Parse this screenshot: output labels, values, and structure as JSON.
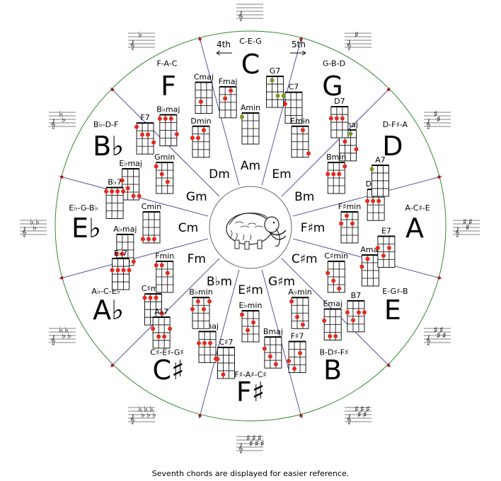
{
  "directions": {
    "left": "4th",
    "right": "5th"
  },
  "keys": [
    {
      "major": "C",
      "notes": "C-E-G",
      "minor": "Am",
      "accidentals": 0,
      "chords": [
        {
          "name": "Cmaj",
          "dots": [
            [
              1,
              2,
              2
            ]
          ]
        },
        {
          "name": "C7",
          "dots": [
            [
              0,
              1,
              3
            ]
          ]
        },
        {
          "name": "Amin",
          "dots": [
            [
              0,
              0,
              1
            ]
          ]
        }
      ]
    },
    {
      "major": "G",
      "notes": "G-B-D",
      "minor": "Em",
      "accidentals": 1,
      "chords": [
        {
          "name": "G7",
          "dots": [
            [
              1,
              0,
              1
            ],
            [
              2,
              2,
              1
            ],
            [
              3,
              2,
              1
            ]
          ]
        },
        {
          "name": "Gmaj",
          "dots": [
            [
              1,
              1,
              2
            ],
            [
              2,
              0,
              1
            ],
            [
              3,
              2,
              3
            ]
          ]
        },
        {
          "name": "Emin",
          "dots": [
            [
              2,
              0,
              2
            ],
            [
              3,
              3,
              3
            ]
          ]
        }
      ]
    },
    {
      "major": "D",
      "notes": "D-F♯-A",
      "minor": "Bm",
      "accidentals": 2,
      "chords": [
        {
          "name": "D7",
          "dots": [
            [
              0,
              1,
              3
            ],
            [
              1,
              1,
              3
            ],
            [
              2,
              1,
              3
            ]
          ]
        },
        {
          "name": "Dmaj",
          "dots": [
            [
              0,
              1,
              3
            ],
            [
              1,
              1,
              3
            ],
            [
              2,
              1,
              3
            ]
          ]
        },
        {
          "name": "Bmin",
          "dots": [
            [
              0,
              1,
              3
            ],
            [
              1,
              1,
              3
            ],
            [
              2,
              1,
              3
            ],
            [
              3,
              0,
              3
            ]
          ]
        }
      ]
    },
    {
      "major": "A",
      "notes": "A-C♯-E",
      "minor": "F♯m",
      "accidentals": 3,
      "chords": [
        {
          "name": "A7",
          "dots": [
            [
              0,
              0,
              1
            ]
          ]
        },
        {
          "name": "Amaj",
          "dots": [
            [
              0,
              1,
              2
            ],
            [
              1,
              0,
              2
            ]
          ]
        },
        {
          "name": "F♯min",
          "dots": [
            [
              0,
              1,
              2
            ],
            [
              1,
              0,
              2
            ],
            [
              2,
              1,
              3
            ]
          ]
        }
      ]
    },
    {
      "major": "E",
      "notes": "E-G♯-B",
      "minor": "C♯m",
      "accidentals": 4,
      "chords": [
        {
          "name": "E7",
          "dots": [
            [
              0,
              1,
              2
            ],
            [
              1,
              2,
              2
            ],
            [
              2,
              1,
              2
            ]
          ]
        },
        {
          "name": "Emaj",
          "dots": [
            [
              0,
              1,
              3
            ],
            [
              1,
              3,
              3
            ],
            [
              2,
              3,
              3
            ]
          ]
        },
        {
          "name": "C♯min",
          "dots": [
            [
              0,
              1,
              3
            ],
            [
              1,
              2,
              3
            ],
            [
              2,
              3,
              3
            ]
          ]
        }
      ]
    },
    {
      "major": "B",
      "notes": "B-D♯-F♯",
      "minor": "G♯m",
      "accidentals": 5,
      "chords": [
        {
          "name": "B7",
          "dots": [
            [
              0,
              1,
              3
            ],
            [
              1,
              2,
              3
            ],
            [
              2,
              1,
              3
            ],
            [
              3,
              1,
              3
            ]
          ]
        },
        {
          "name": "Bmaj",
          "dots": [
            [
              0,
              1,
              3
            ],
            [
              1,
              2,
              3
            ],
            [
              2,
              3,
              3
            ]
          ]
        },
        {
          "name": "A♭min",
          "dots": [
            [
              0,
              0,
              3
            ],
            [
              1,
              2,
              3
            ],
            [
              2,
              3,
              3
            ]
          ]
        }
      ]
    },
    {
      "major": "F♯",
      "notes": "F♯-A♯-C♯",
      "minor": "E♯m",
      "accidentals": 6,
      "chords": [
        {
          "name": "F♯7",
          "dots": [
            [
              0,
              2,
              3
            ],
            [
              1,
              3,
              3
            ],
            [
              2,
              1,
              3
            ]
          ]
        },
        {
          "name": "F♯maj",
          "dots": [
            [
              0,
              1,
              3
            ],
            [
              1,
              1,
              3
            ],
            [
              2,
              1,
              3
            ],
            [
              3,
              3,
              3
            ]
          ]
        },
        {
          "name": "E♭min",
          "dots": [
            [
              0,
              0,
              3
            ],
            [
              1,
              2,
              3
            ],
            [
              2,
              1,
              3
            ]
          ]
        }
      ]
    },
    {
      "major": "C♯",
      "notes": "C♯-E♯-G♯",
      "minor": "B♭m",
      "accidentals": -6,
      "chords": [
        {
          "name": "C♯7",
          "dots": [
            [
              0,
              1,
              3
            ],
            [
              1,
              3,
              3
            ]
          ]
        },
        {
          "name": "C♯maj",
          "dots": [
            [
              0,
              0,
              3
            ],
            [
              1,
              0,
              3
            ],
            [
              2,
              0,
              3
            ],
            [
              3,
              2,
              3
            ]
          ]
        },
        {
          "name": "B♭min",
          "dots": [
            [
              0,
              1,
              3
            ],
            [
              1,
              0,
              3
            ],
            [
              2,
              1,
              3
            ],
            [
              3,
              0,
              3
            ]
          ]
        }
      ]
    },
    {
      "major": "A♭",
      "notes": "A♭-C-E♭",
      "minor": "Fm",
      "accidentals": -4,
      "chords": [
        {
          "name": "A♭7",
          "dots": [
            [
              0,
              1,
              3
            ],
            [
              1,
              2,
              3
            ],
            [
              2,
              2,
              3
            ],
            [
              3,
              1,
              3
            ]
          ]
        },
        {
          "name": "A♭maj",
          "dots": [
            [
              0,
              2,
              3
            ],
            [
              1,
              2,
              3
            ],
            [
              2,
              3,
              3
            ],
            [
              3,
              3,
              3
            ]
          ]
        },
        {
          "name": "Fmin",
          "dots": [
            [
              0,
              0,
              3
            ],
            [
              1,
              0,
              3
            ],
            [
              2,
              1,
              3
            ]
          ]
        }
      ]
    },
    {
      "major": "E♭",
      "notes": "E♭-G-B♭",
      "minor": "Cm",
      "accidentals": -3,
      "chords": [
        {
          "name": "E♭7",
          "dots": [
            [
              0,
              1,
              3
            ],
            [
              1,
              1,
              3
            ],
            [
              2,
              1,
              3
            ],
            [
              3,
              1,
              3
            ]
          ]
        },
        {
          "name": "E♭maj",
          "dots": [
            [
              0,
              1,
              3
            ],
            [
              1,
              2,
              3
            ],
            [
              2,
              3,
              3
            ],
            [
              3,
              3,
              3
            ]
          ]
        },
        {
          "name": "Cmin",
          "dots": [
            [
              0,
              3,
              3
            ],
            [
              1,
              3,
              3
            ],
            [
              2,
              3,
              3
            ]
          ]
        }
      ]
    },
    {
      "major": "B♭",
      "notes": "B♭-D-F",
      "minor": "Gm",
      "accidentals": -2,
      "chords": [
        {
          "name": "B♭7",
          "dots": [
            [
              0,
              0,
              3
            ],
            [
              1,
              0,
              3
            ],
            [
              2,
              0,
              3
            ],
            [
              3,
              0,
              3
            ]
          ]
        },
        {
          "name": "B♭maj",
          "dots": [
            [
              0,
              0,
              3
            ],
            [
              1,
              0,
              3
            ],
            [
              2,
              0,
              3
            ],
            [
              3,
              2,
              3
            ]
          ]
        },
        {
          "name": "Gmin",
          "dots": [
            [
              0,
              0,
              3
            ],
            [
              1,
              1,
              3
            ],
            [
              2,
              2,
              3
            ]
          ]
        }
      ]
    },
    {
      "major": "F",
      "notes": "F-A-C",
      "minor": "Dm",
      "accidentals": -1,
      "chords": [
        {
          "name": "F7",
          "dots": [
            [
              0,
              0,
              3
            ],
            [
              1,
              1,
              3
            ],
            [
              2,
              1,
              3
            ],
            [
              3,
              2,
              3
            ]
          ]
        },
        {
          "name": "Fmaj",
          "dots": [
            [
              1,
              1,
              3
            ],
            [
              2,
              0,
              3
            ]
          ]
        },
        {
          "name": "Dmin",
          "dots": [
            [
              0,
              1,
              3
            ],
            [
              1,
              1,
              3
            ],
            [
              2,
              0,
              3
            ]
          ]
        }
      ]
    }
  ],
  "colors": {
    "circle": "#2e8b2e",
    "spoke": "#2b2b8c",
    "dot": "#e8281c",
    "dot_alt": "#7a9a1a",
    "marker": "#b01818"
  },
  "center_icon": "woolly-mammoth-icon",
  "footer": "Seventh chords are displayed for easier reference."
}
